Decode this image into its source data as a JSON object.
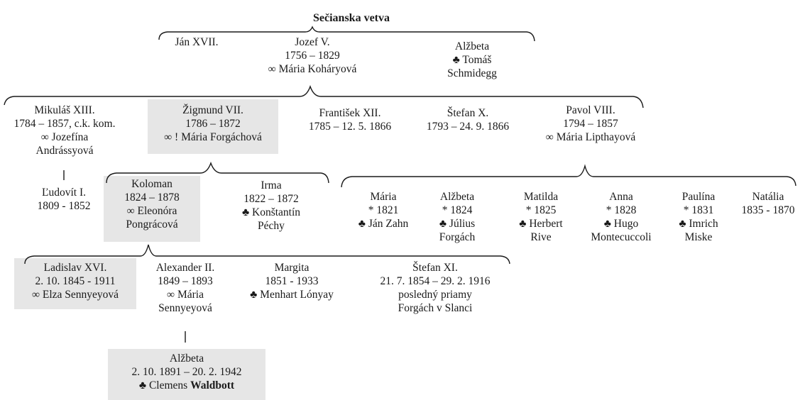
{
  "title": "Sečianska vetva",
  "gen1": {
    "jan": [
      "Ján XVII."
    ],
    "jozef": [
      "Jozef V.",
      "1756 – 1829",
      "∞ Mária Koháryová"
    ],
    "alzbeta": [
      "Alžbeta",
      "♣ Tomáš",
      "Schmidegg"
    ]
  },
  "gen2": {
    "mikulas": [
      "Mikuláš XIII.",
      "1784 – 1857, c.k. kom.",
      "∞ Jozefína",
      "Andrássyová"
    ],
    "zigmund": [
      "Žigmund VII.",
      "1786 – 1872",
      "∞ !  Mária Forgáchová"
    ],
    "frantisek": [
      "František XII.",
      "1785 – 12. 5. 1866"
    ],
    "stefan": [
      "Štefan X.",
      "1793 – 24. 9. 1866"
    ],
    "pavol": [
      "Pavol VIII.",
      "1794 – 1857",
      "∞ Mária Lipthayová"
    ]
  },
  "ludovit": [
    "Ľudovít I.",
    "1809 - 1852"
  ],
  "gen3": {
    "koloman": [
      "Koloman",
      "1824 – 1878",
      "∞ Eleonóra",
      "Pongrácová"
    ],
    "irma": [
      "Irma",
      "1822 – 1872",
      "♣ Konštantín",
      "Péchy"
    ]
  },
  "pavol_children": {
    "maria": [
      "Mária",
      "* 1821",
      "♣ Ján Zahn"
    ],
    "alzbeta": [
      "Alžbeta",
      "* 1824",
      "♣ Július",
      "Forgách"
    ],
    "matilda": [
      "Matilda",
      "* 1825",
      "♣ Herbert",
      "Rive"
    ],
    "anna": [
      "Anna",
      "* 1828",
      "♣ Hugo",
      "Montecuccoli"
    ],
    "paulina": [
      "Paulína",
      "* 1831",
      "♣ Imrich",
      "Miske"
    ],
    "natalia": [
      "Natália",
      "1835 - 1870"
    ]
  },
  "gen4": {
    "ladislav": [
      "Ladislav XVI.",
      "2. 10. 1845 - 1911",
      "∞ Elza Sennyeyová"
    ],
    "alexander": [
      "Alexander II.",
      "1849 – 1893",
      "∞ Mária",
      "Sennyeyová"
    ],
    "margita": [
      "Margita",
      "1851 - 1933",
      "♣ Menhart Lónyay"
    ],
    "stefan": [
      "Štefan  XI.",
      "21. 7. 1854 – 29. 2. 1916",
      "posledný priamy",
      "Forgách v Slanci"
    ]
  },
  "gen5": {
    "alzbeta_line1": "Alžbeta",
    "alzbeta_line2": "2. 10. 1891 – 20. 2. 1942",
    "alzbeta_spouse_prefix": "♣ Clemens ",
    "alzbeta_spouse_name": "Waldbott"
  }
}
